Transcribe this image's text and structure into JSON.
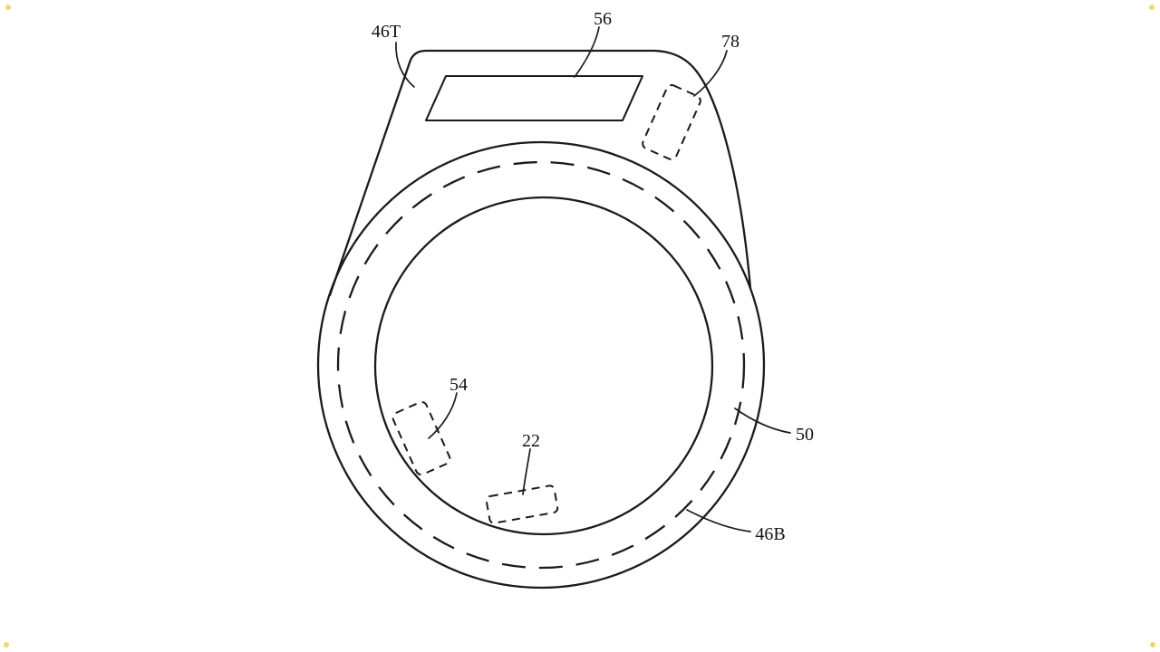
{
  "page": {
    "background": "#ffffff"
  },
  "figure": {
    "kind": "patent-line-drawing",
    "labels": {
      "l46T": "46T",
      "l56": "56",
      "l78": "78",
      "l54": "54",
      "l22": "22",
      "l50": "50",
      "l46B": "46B"
    },
    "colors": {
      "line": "#1b1b1b",
      "label_text": "#111111",
      "scan_artifact": "#eecf55"
    }
  }
}
